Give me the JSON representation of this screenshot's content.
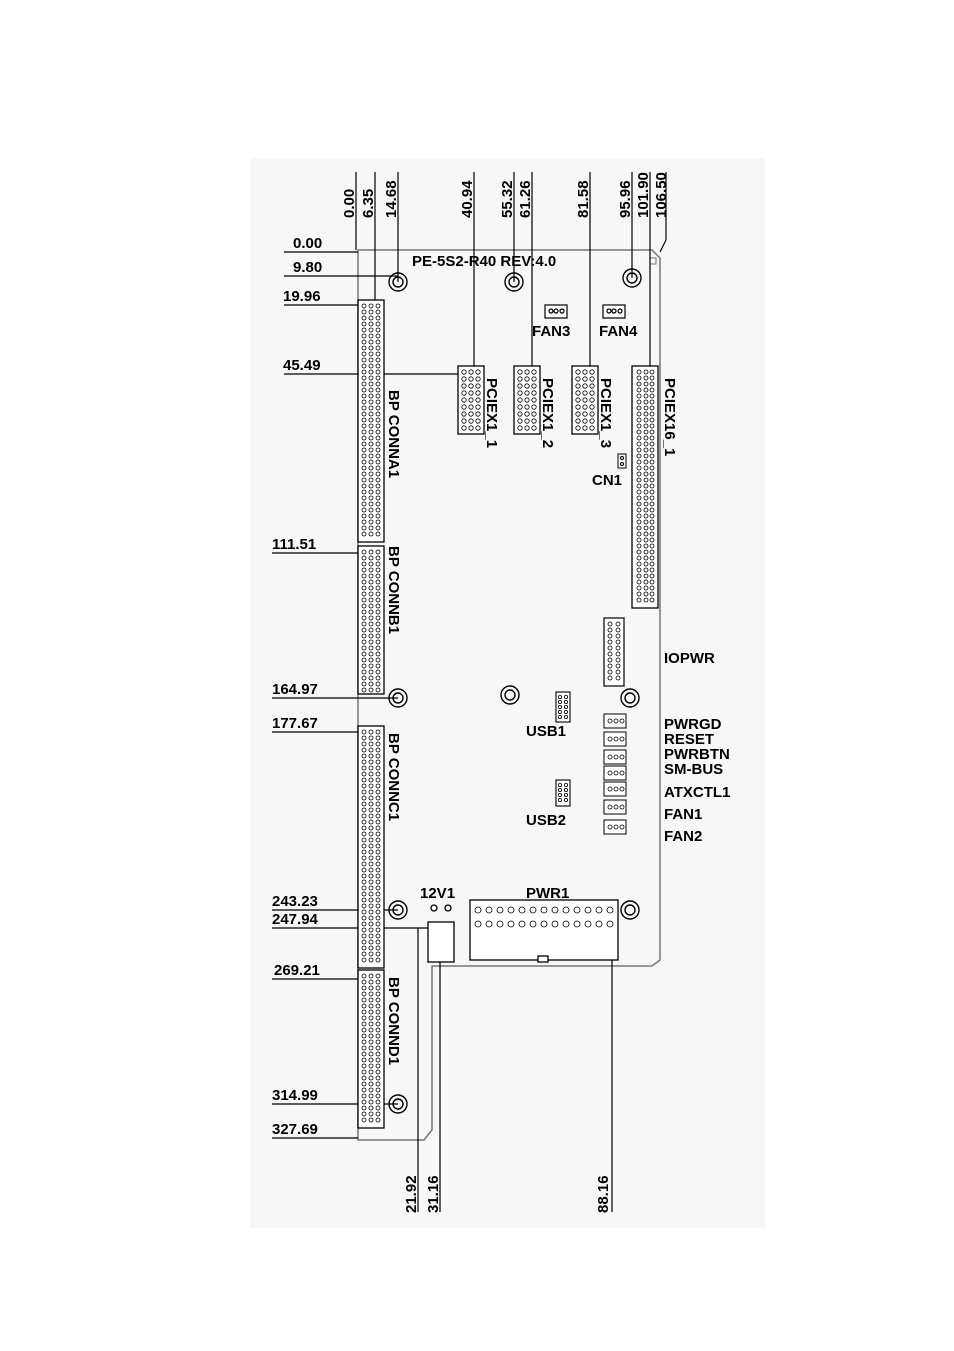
{
  "board": {
    "title": "PE-5S2-R40 REV:4.0"
  },
  "top_dims": [
    "0.00",
    "6.35",
    "14.68",
    "40.94",
    "55.32",
    "61.26",
    "81.58",
    "95.96",
    "101.90",
    "106.50"
  ],
  "left_dims": [
    "0.00",
    "9.80",
    "19.96",
    "45.49",
    "111.51",
    "164.97",
    "177.67",
    "243.23",
    "247.94",
    "269.21",
    "314.99",
    "327.69"
  ],
  "bottom_dims": [
    "21.92",
    "31.16",
    "88.16"
  ],
  "connectors": {
    "bp_conna1": "BP CONNA1",
    "bp_connb1": "BP CONNB1",
    "bp_connc1": "BP CONNC1",
    "bp_connd1": "BP CONND1",
    "pciex1_1": "PCIEX1_1",
    "pciex1_2": "PCIEX1_2",
    "pciex1_3": "PCIEX1_3",
    "pciex16_1": "PCIEX16_1",
    "fan3": "FAN3",
    "fan4": "FAN4",
    "cn1": "CN1",
    "iopwr": "IOPWR",
    "usb1": "USB1",
    "usb2": "USB2",
    "v12": "12V1",
    "pwr1": "PWR1"
  },
  "headers": [
    "PWRGD",
    "RESET",
    "PWRBTN",
    "SM-BUS",
    "ATXCTL1",
    "FAN1",
    "FAN2"
  ],
  "colors": {
    "ink": "#000000",
    "panel": "#f7f7f7",
    "outline": "#777777"
  }
}
